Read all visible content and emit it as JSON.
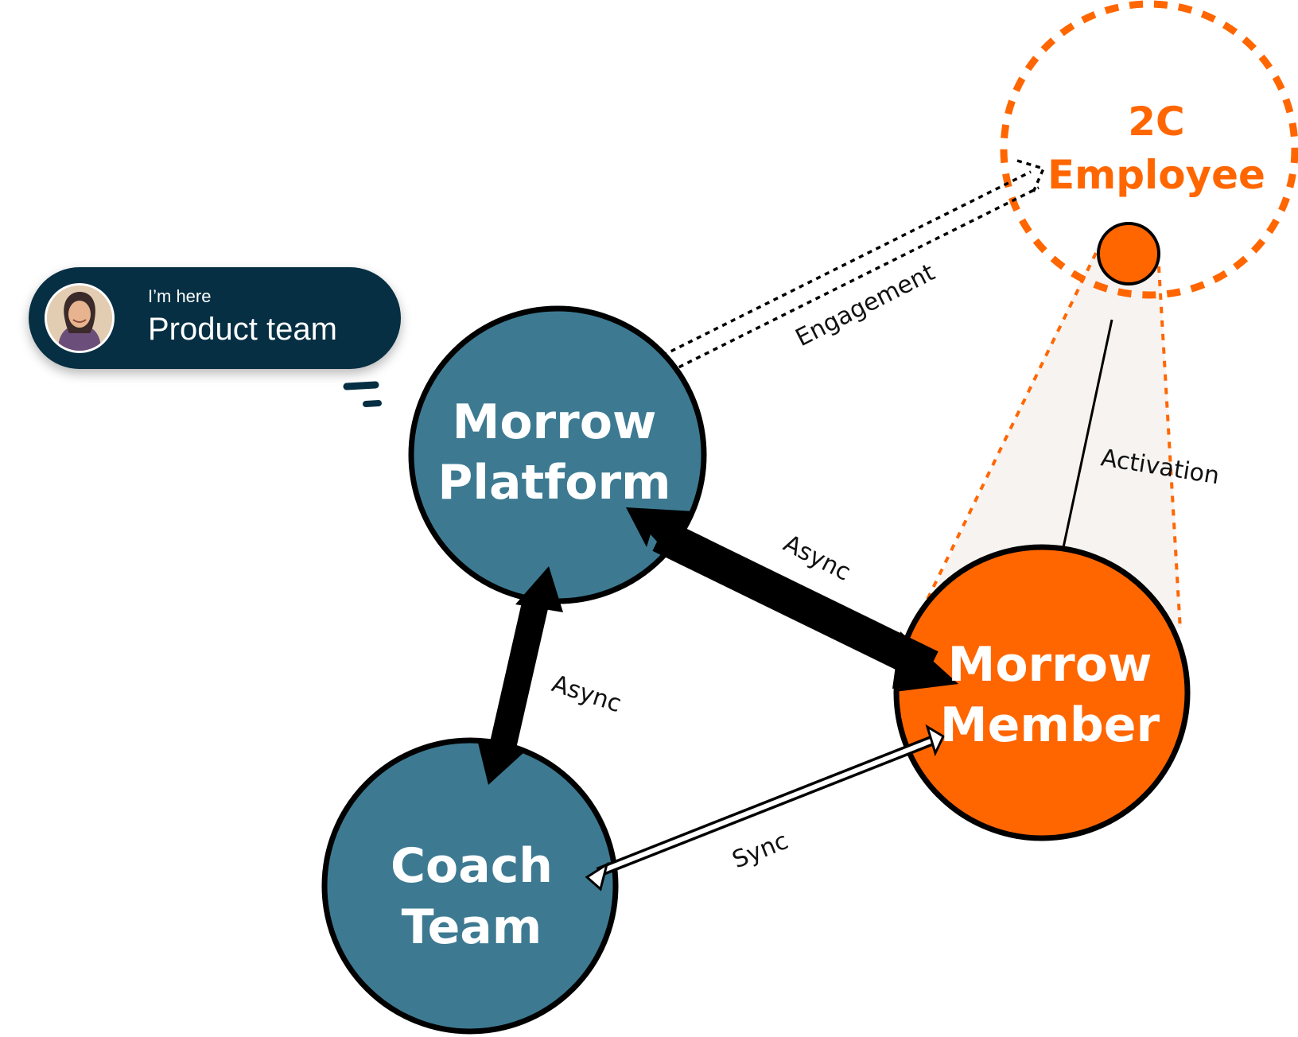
{
  "colors": {
    "teal": "#3d7a92",
    "orange": "#ff6600",
    "navy": "#062f43",
    "outline": "#000000",
    "cone_fill": "#f6f3f0"
  },
  "badge": {
    "subtitle": "I’m here",
    "title": "Product team",
    "avatar_icon": "user-avatar-icon"
  },
  "nodes": {
    "platform": {
      "line1": "Morrow",
      "line2": "Platform"
    },
    "coach": {
      "line1": "Coach",
      "line2": "Team"
    },
    "member": {
      "line1": "Morrow",
      "line2": "Member"
    },
    "employee": {
      "line1": "2C",
      "line2": "Employee"
    }
  },
  "edges": {
    "engagement": "Engagement",
    "activation": "Activation",
    "async_platform_member": "Async",
    "async_platform_coach": "Async",
    "sync": "Sync"
  }
}
